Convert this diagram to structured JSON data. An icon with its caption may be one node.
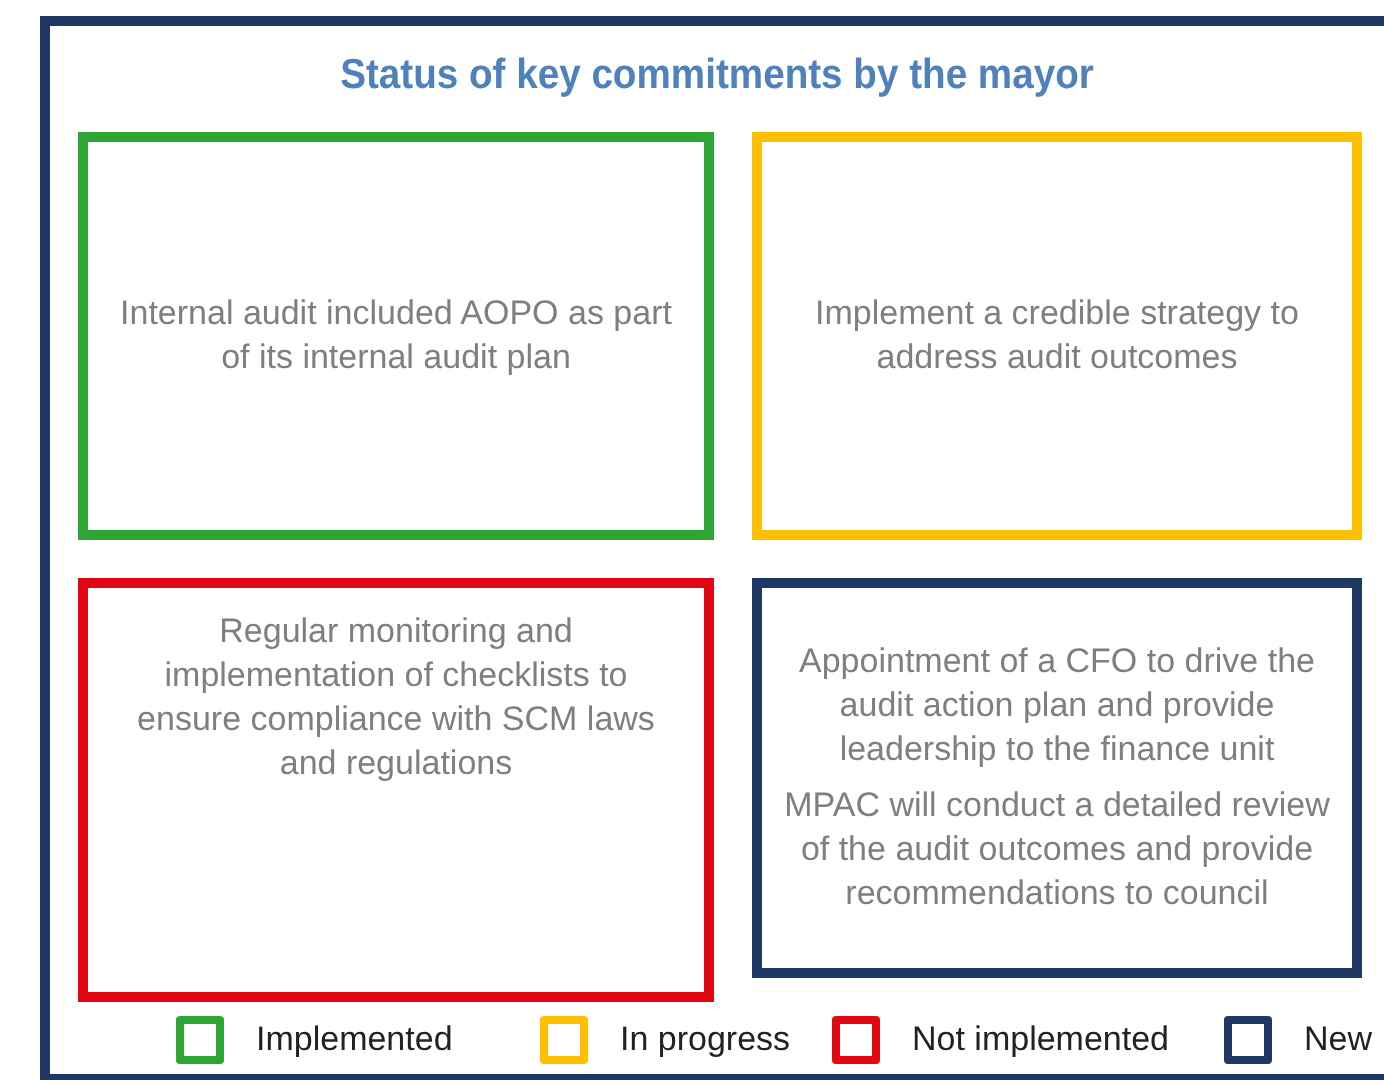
{
  "diagram": {
    "nodes": [
      {
        "text": [
          "Status of key commitments by the mayor"
        ]
      },
      {
        "text": [
          "Internal audit included AOPO as part of its internal audit plan"
        ],
        "in": 0
      },
      {
        "text": [
          "Implement a credible strategy to address audit outcomes"
        ],
        "in": 0
      },
      {
        "text": [
          "Regular monitoring and implementation of checklists to ensure compliance with SCM laws and regulations"
        ],
        "in": 0
      },
      {
        "text": [
          "Appointment of a CFO to drive the audit action plan and provide leadership to the finance unit",
          "MPAC will conduct a detailed review of the audit outcomes and provide recommendations to council"
        ],
        "in": 0
      }
    ],
    "legend": [
      {
        "text": "Implemented",
        "color": "#2ea636"
      },
      {
        "text": "In progress",
        "color": "#ffc000"
      },
      {
        "text": "Not implemented",
        "color": "#e30613"
      },
      {
        "text": "New",
        "color": "#1f3864"
      }
    ]
  }
}
